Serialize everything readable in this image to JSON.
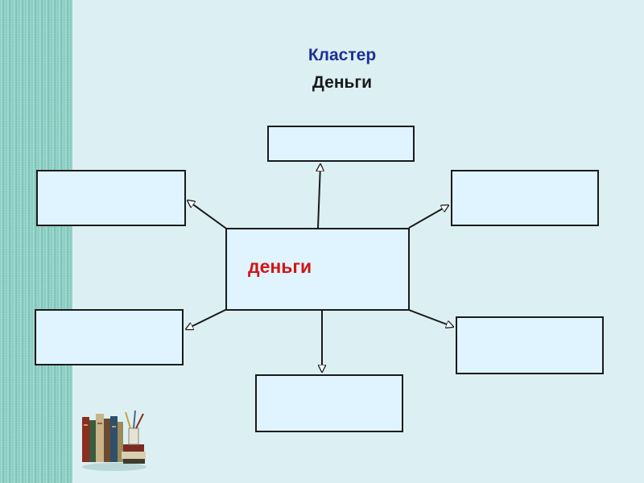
{
  "title": {
    "line1": "Кластер",
    "line2": "Деньги"
  },
  "center_node": {
    "label": "деньги"
  },
  "satellite_nodes": [
    {
      "position": "top",
      "label": ""
    },
    {
      "position": "upper-left",
      "label": ""
    },
    {
      "position": "upper-right",
      "label": ""
    },
    {
      "position": "lower-left",
      "label": ""
    },
    {
      "position": "lower-right",
      "label": ""
    },
    {
      "position": "bottom",
      "label": ""
    }
  ],
  "colors": {
    "background": "#dcf0f3",
    "box_fill": "#dff4ff",
    "title_primary": "#1f2f93",
    "center_text": "#d01616"
  },
  "icons": [
    "books-stack-icon"
  ]
}
